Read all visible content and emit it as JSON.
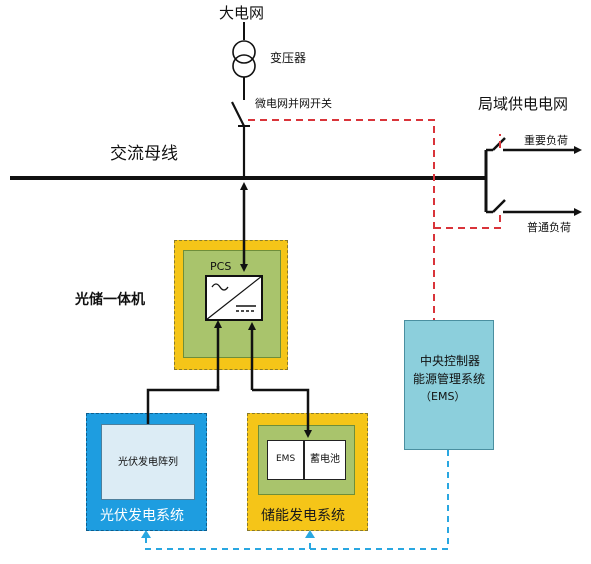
{
  "grid": {
    "label": "大电网",
    "transformer_label": "变压器",
    "switch_label": "微电网并网开关",
    "local_grid_label": "局域供电电网",
    "important_load_label": "重要负荷",
    "normal_load_label": "普通负荷"
  },
  "bus": {
    "label": "交流母线"
  },
  "pv_storage_unit": {
    "label": "光储一体机",
    "pcs_label": "PCS"
  },
  "pv_system": {
    "label": "光伏发电系统",
    "array_label": "光伏发电阵列"
  },
  "storage_system": {
    "label": "储能发电系统",
    "ems_label": "EMS",
    "battery_label": "蓄电池"
  },
  "controller": {
    "line1": "中央控制器",
    "line2": "能源管理系统",
    "line3": "（EMS）"
  },
  "colors": {
    "power_line": "#111111",
    "control_red": "#d9343a",
    "comm_blue": "#29a7e1",
    "unit_yellow": "#f5c518",
    "unit_green": "#a9c46c",
    "pv_blue": "#1e9de0",
    "pv_light": "#dcecf5",
    "controller_teal": "#8ccfdc"
  }
}
